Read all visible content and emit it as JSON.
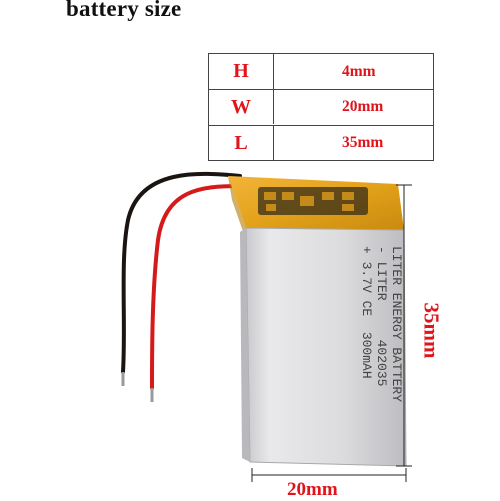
{
  "title": "battery size",
  "spec_table": [
    {
      "code": "H",
      "value": "4mm"
    },
    {
      "code": "W",
      "value": "20mm"
    },
    {
      "code": "L",
      "value": "35mm"
    }
  ],
  "dimensions": {
    "height_label": "35mm",
    "width_label": "20mm"
  },
  "battery_label": {
    "line1": "LITER ENERGY BATTERY",
    "line2": "- LITER     402035",
    "line3": "+ 3.7V CE  300mAH"
  },
  "colors": {
    "accent_red": "#e0141b",
    "cell_yellow": "#e3a21a",
    "cell_silver": "#dcdcde",
    "wire_red": "#d51a1a",
    "wire_black": "#1a1412"
  }
}
